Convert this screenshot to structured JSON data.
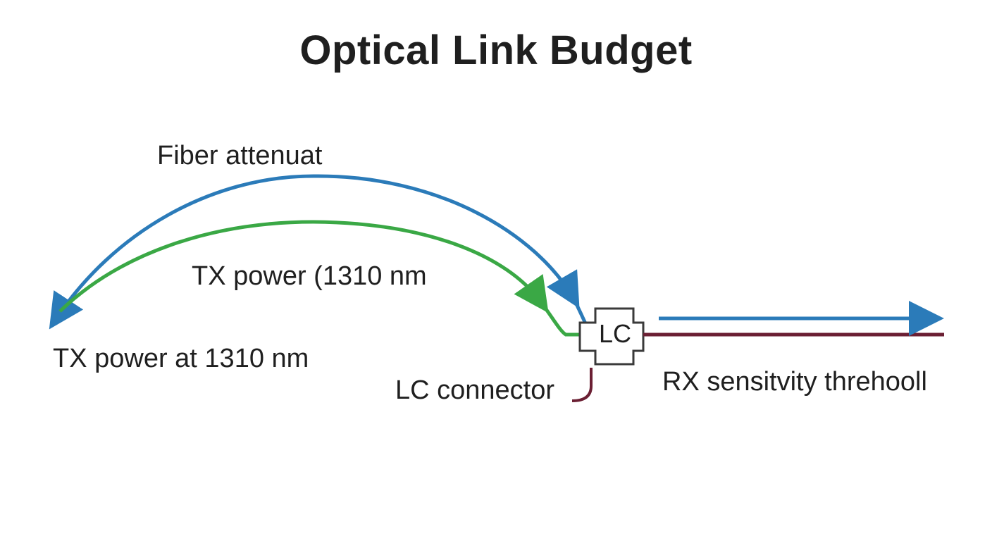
{
  "title": "Optical Link Budget",
  "labels": {
    "fiber_attenuation": "Fiber attenuat",
    "tx_power_mid": "TX power (1310 nm",
    "tx_power_bottom": "TX power at 1310 nm",
    "lc_connector": "LC connector",
    "rx_sensitivity": "RX sensitvity threhooll",
    "lc_box": "LC"
  },
  "colors": {
    "blue": "#2b7bb9",
    "green": "#3aa845",
    "maroon": "#6b1f33",
    "outline": "#3a3a3a",
    "text": "#1f1f1f"
  }
}
